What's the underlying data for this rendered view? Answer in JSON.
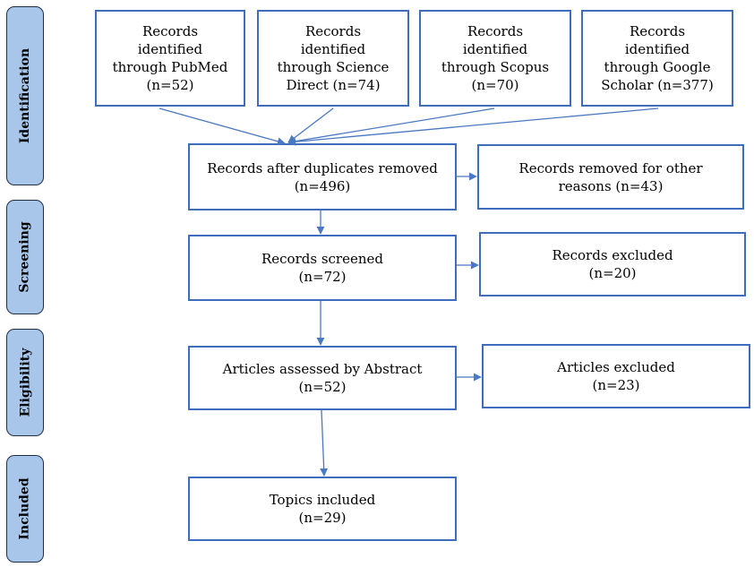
{
  "stages": {
    "identification": "Identification",
    "screening": "Screening",
    "eligibility": "Eligibility",
    "included": "Included"
  },
  "sources": [
    {
      "lines": [
        "Records",
        "identified",
        "through PubMed",
        "(n=52)"
      ]
    },
    {
      "lines": [
        "Records",
        "identified",
        "through Science",
        "Direct (n=74)"
      ]
    },
    {
      "lines": [
        "Records",
        "identified",
        "through Scopus",
        "(n=70)"
      ]
    },
    {
      "lines": [
        "Records",
        "identified",
        "through Google",
        "Scholar (n=377)"
      ]
    }
  ],
  "flow": {
    "duplicates_removed": {
      "lines": [
        "Records after duplicates removed",
        "(n=496)"
      ]
    },
    "removed_other": {
      "lines": [
        "Records removed for other",
        "reasons (n=43)"
      ]
    },
    "screened": {
      "lines": [
        "Records screened",
        "(n=72)"
      ]
    },
    "excluded": {
      "lines": [
        "Records excluded",
        "(n=20)"
      ]
    },
    "assessed": {
      "lines": [
        "Articles assessed by Abstract",
        "(n=52)"
      ]
    },
    "articles_excluded": {
      "lines": [
        "Articles excluded",
        "(n=23)"
      ]
    },
    "included": {
      "lines": [
        "Topics included",
        "(n=29)"
      ]
    }
  },
  "colors": {
    "box_border": "#3f6dbd",
    "arrow": "#4a78c2",
    "stage_fill": "#a8c6ea",
    "stage_border": "#1f2f4a"
  }
}
